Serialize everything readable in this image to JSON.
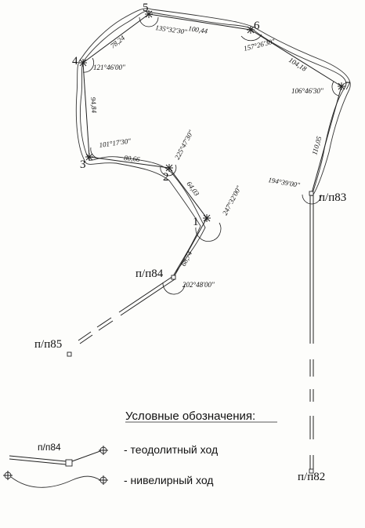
{
  "legend": {
    "title": "Условные обозначения:",
    "station_sample": "п/п84",
    "theodolite_label": "- теодолитный ход",
    "leveling_label": "- нивелирный ход"
  },
  "stations": [
    {
      "id": "1",
      "label": "1"
    },
    {
      "id": "2",
      "label": "2"
    },
    {
      "id": "3",
      "label": "3"
    },
    {
      "id": "4",
      "label": "4"
    },
    {
      "id": "5",
      "label": "5"
    },
    {
      "id": "6",
      "label": "6"
    },
    {
      "id": "7",
      "label": "7"
    },
    {
      "id": "pp83",
      "label": "п/п83"
    },
    {
      "id": "pp84",
      "label": "п/п84"
    },
    {
      "id": "pp85",
      "label": "п/п85"
    },
    {
      "id": "pp82",
      "label": "п/п82"
    }
  ],
  "angles": {
    "a1": "247°32'00\"",
    "a2": "225°47'30\"",
    "a3": "101°17'30\"",
    "a4": "121°46'00\"",
    "a5": "135°32'30\"",
    "a6": "157°26'30\"",
    "a7": "106°46'30\"",
    "app83": "194°39'00\"",
    "app84": "202°48'00\""
  },
  "distances": {
    "d_84_1": "68,74",
    "d_1_2": "64,03",
    "d_2_3": "80,66",
    "d_3_4": "94,84",
    "d_4_5": "78,24",
    "d_5_6": "100,44",
    "d_6_7": "104,18",
    "d_7_83": "110,05"
  }
}
